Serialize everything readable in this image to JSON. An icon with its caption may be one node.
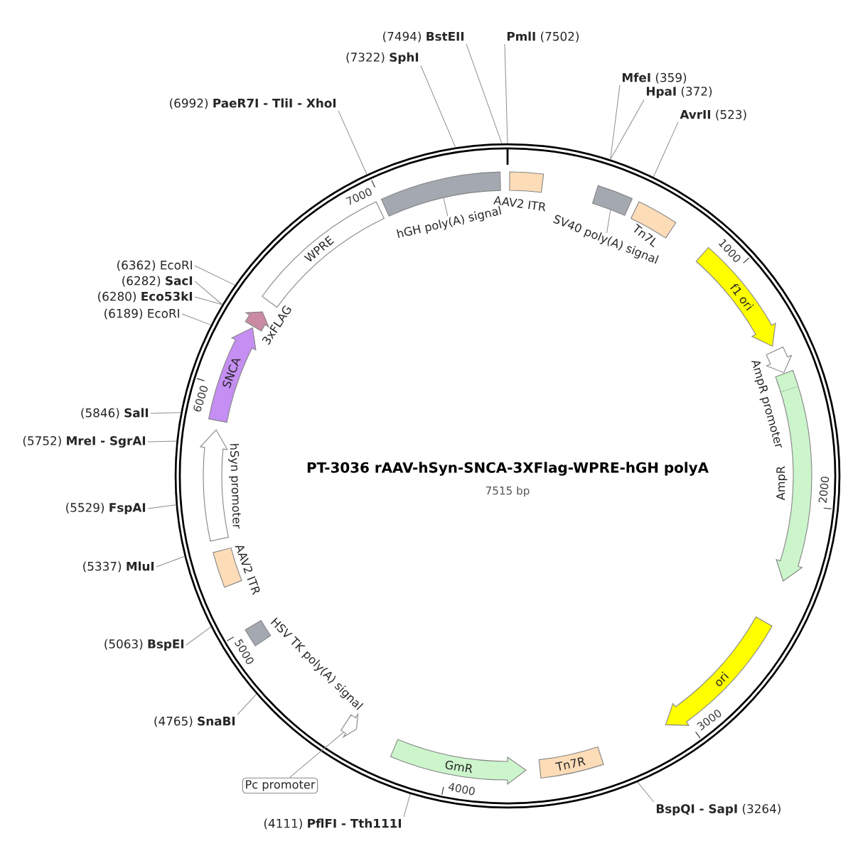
{
  "diagram": {
    "title": "PT-3036 rAAV-hSyn-SNCA-3XFlag-WPRE-hGH polyA",
    "nodes": [
      {
        "text": [],
        "shape": "circle"
      },
      {
        "text": [],
        "shape": "box",
        "in": 0
      },
      {
        "text": [],
        "shape": "box",
        "beside": [
          "AAV2 ITR"
        ],
        "in": 0
      },
      {
        "text": [],
        "shape": "box",
        "in": 0
      },
      {
        "text": [],
        "shape": "box",
        "beside": [
          "Tn7L"
        ],
        "in": 0
      },
      {
        "text": [
          "f1 ori"
        ],
        "in": 0
      },
      {
        "text": [],
        "shape": "arrow",
        "beside": [
          "AmpR promoter"
        ],
        "in": 0
      },
      {
        "text": [],
        "shape": "arrow",
        "beside": [
          "AmpR"
        ],
        "in": 0
      },
      {
        "text": [
          "ori"
        ],
        "in": 0
      },
      {
        "text": [
          "Tn7R"
        ],
        "in": 0
      },
      {
        "text": [
          "GmR"
        ],
        "in": 0
      },
      {
        "text": [],
        "shape": "arrow",
        "in": 0
      },
      {
        "text": [],
        "shape": "box",
        "beside": [
          "HSV TK poly(A) signal"
        ],
        "in": 0
      },
      {
        "text": [],
        "shape": "box",
        "beside": [
          "AAV2 ITR"
        ],
        "in": 0
      },
      {
        "text": [],
        "shape": "arrow",
        "beside": [
          "hSyn promoter"
        ],
        "in": 0
      },
      {
        "text": [
          "SNCA"
        ],
        "in": 0
      },
      {
        "text": [],
        "shape": "arrow",
        "beside": [
          "3xFLAG"
        ],
        "in": 0
      },
      {
        "text": [
          "WPRE"
        ],
        "in": 0
      },
      {
        "text": [
          "hGH poly(A) signal"
        ],
        "in": 0
      },
      {
        "text": [
          "SV40 poly(A) signal"
        ],
        "in": 0
      },
      {
        "text": [
          "Pc promoter"
        ]
      },
      {
        "text": [
          "**PmlI** (7502)"
        ]
      },
      {
        "text": [
          "**MfeI** (359)"
        ]
      },
      {
        "text": [
          "**HpaI** (372)"
        ]
      },
      {
        "text": [
          "**AvrII** (523)"
        ]
      },
      {
        "text": [
          "**BspQI - SapI** (3264)"
        ]
      },
      {
        "text": [
          "(4111) **PflFI - Tth111I**"
        ]
      },
      {
        "text": [
          "(4765) **SnaBI**"
        ]
      },
      {
        "text": [
          "(5063) **BspEI**"
        ]
      },
      {
        "text": [
          "(5337) **MluI**"
        ]
      },
      {
        "text": [
          "(5529) **FspAI**"
        ]
      },
      {
        "text": [
          "(5752) **MreI - SgrAI**"
        ]
      },
      {
        "text": [
          "(5846) **SalI**"
        ]
      },
      {
        "text": [
          "(6189) EcoRI"
        ]
      },
      {
        "text": [
          "(6280) **Eco53kI**"
        ]
      },
      {
        "text": [
          "(6282) **SacI**"
        ]
      },
      {
        "text": [
          "(6362) EcoRI"
        ]
      },
      {
        "text": [
          "(6992) **PaeR7I - TliI - XhoI**"
        ]
      },
      {
        "text": [
          "(7322) **SphI**"
        ]
      },
      {
        "text": [
          "(7494) **BstEII**"
        ]
      }
    ],
    "edges": [
      {
        "from": 18,
        "to": 1,
        "arrow": "none"
      },
      {
        "from": 19,
        "to": 3,
        "arrow": "none"
      },
      {
        "from": 20,
        "to": 11,
        "arrow": "none"
      },
      {
        "from": 21,
        "to": 0,
        "arrow": "none"
      },
      {
        "from": 22,
        "to": 0,
        "arrow": "none"
      },
      {
        "from": 23,
        "to": 0,
        "arrow": "none"
      },
      {
        "from": 24,
        "to": 0,
        "arrow": "none"
      },
      {
        "from": 25,
        "to": 0,
        "arrow": "none"
      },
      {
        "from": 26,
        "to": 0,
        "arrow": "none"
      },
      {
        "from": 27,
        "to": 0,
        "arrow": "none"
      },
      {
        "from": 28,
        "to": 0,
        "arrow": "none"
      },
      {
        "from": 29,
        "to": 0,
        "arrow": "none"
      },
      {
        "from": 30,
        "to": 0,
        "arrow": "none"
      },
      {
        "from": 31,
        "to": 0,
        "arrow": "none"
      },
      {
        "from": 32,
        "to": 0,
        "arrow": "none"
      },
      {
        "from": 33,
        "to": 0,
        "arrow": "none"
      },
      {
        "from": 34,
        "to": 0,
        "arrow": "none"
      },
      {
        "from": 35,
        "to": 0,
        "arrow": "none"
      },
      {
        "from": 36,
        "to": 0,
        "arrow": "none"
      },
      {
        "from": 37,
        "to": 0,
        "arrow": "none"
      },
      {
        "from": 38,
        "to": 0,
        "arrow": "none"
      },
      {
        "from": 39,
        "to": 0,
        "arrow": "none"
      }
    ],
    "labels": [
      "7515 bp",
      "1000",
      "2000",
      "3000",
      "4000",
      "5000",
      "6000",
      "7000"
    ]
  }
}
